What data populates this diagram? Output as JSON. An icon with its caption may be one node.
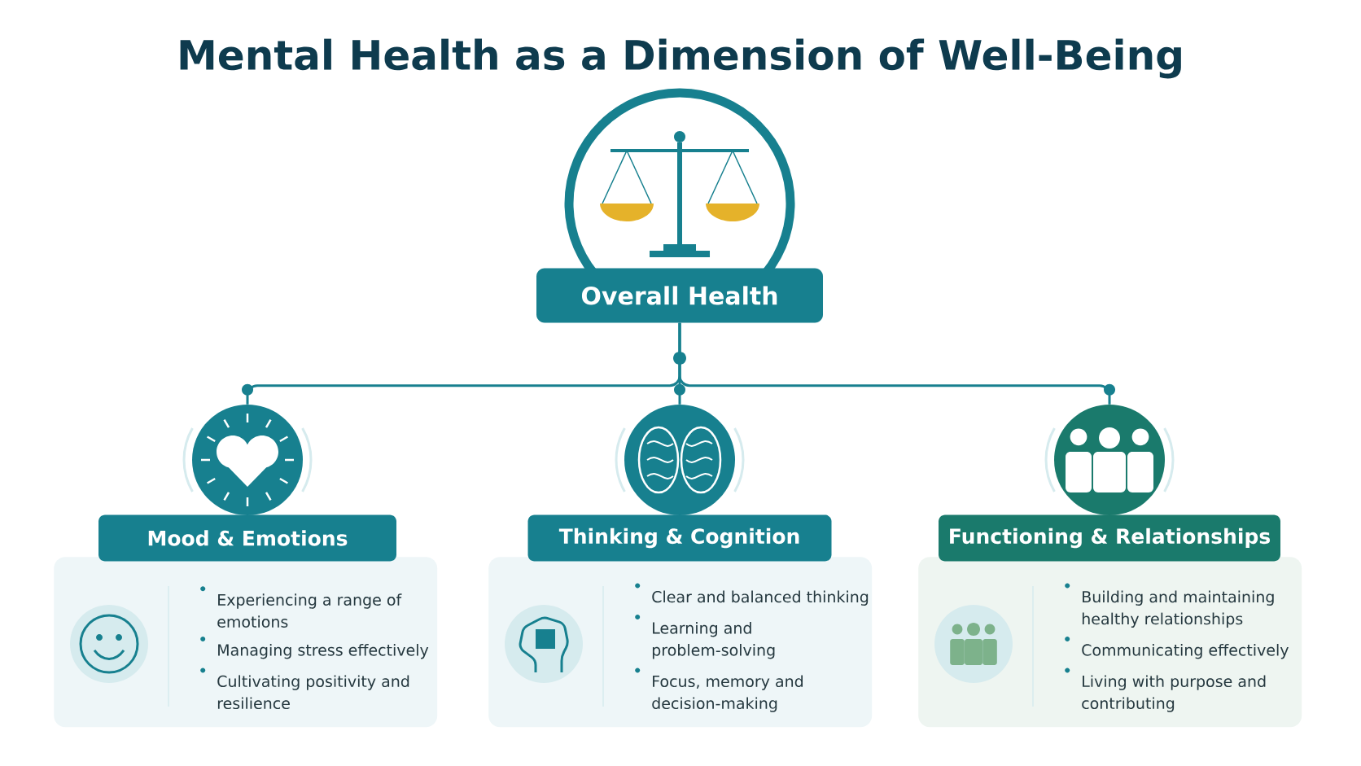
{
  "diagram": {
    "title": "Mental Health as a Dimension of Well-Being",
    "nodes": [
      {
        "text": [
          "Overall Health"
        ]
      },
      {
        "text": [],
        "shape": "circle"
      },
      {
        "text": [
          "Mood & Emotions"
        ]
      },
      {
        "text": [
          "Experiencing a range of emotions",
          "Managing stress effectively",
          "Cultivating positivity and resilience"
        ]
      },
      {
        "text": [],
        "shape": "circle"
      },
      {
        "text": [
          "Thinking & Cognition"
        ]
      },
      {
        "text": [
          "Clear and balanced thinking",
          "Learning and problem-solving",
          "Focus, memory and decision-making"
        ]
      },
      {
        "text": [],
        "shape": "circle"
      },
      {
        "text": [
          "Functioning & Relationships"
        ]
      },
      {
        "text": [
          "Building and maintaining healthy relationships",
          "Communicating effectively",
          "Living with purpose and contributing"
        ]
      }
    ],
    "edges": [
      {
        "from": 0,
        "to": 1,
        "arrow": "none"
      },
      {
        "from": 0,
        "to": 4,
        "arrow": "none"
      },
      {
        "from": 0,
        "to": 7,
        "arrow": "none"
      }
    ]
  }
}
